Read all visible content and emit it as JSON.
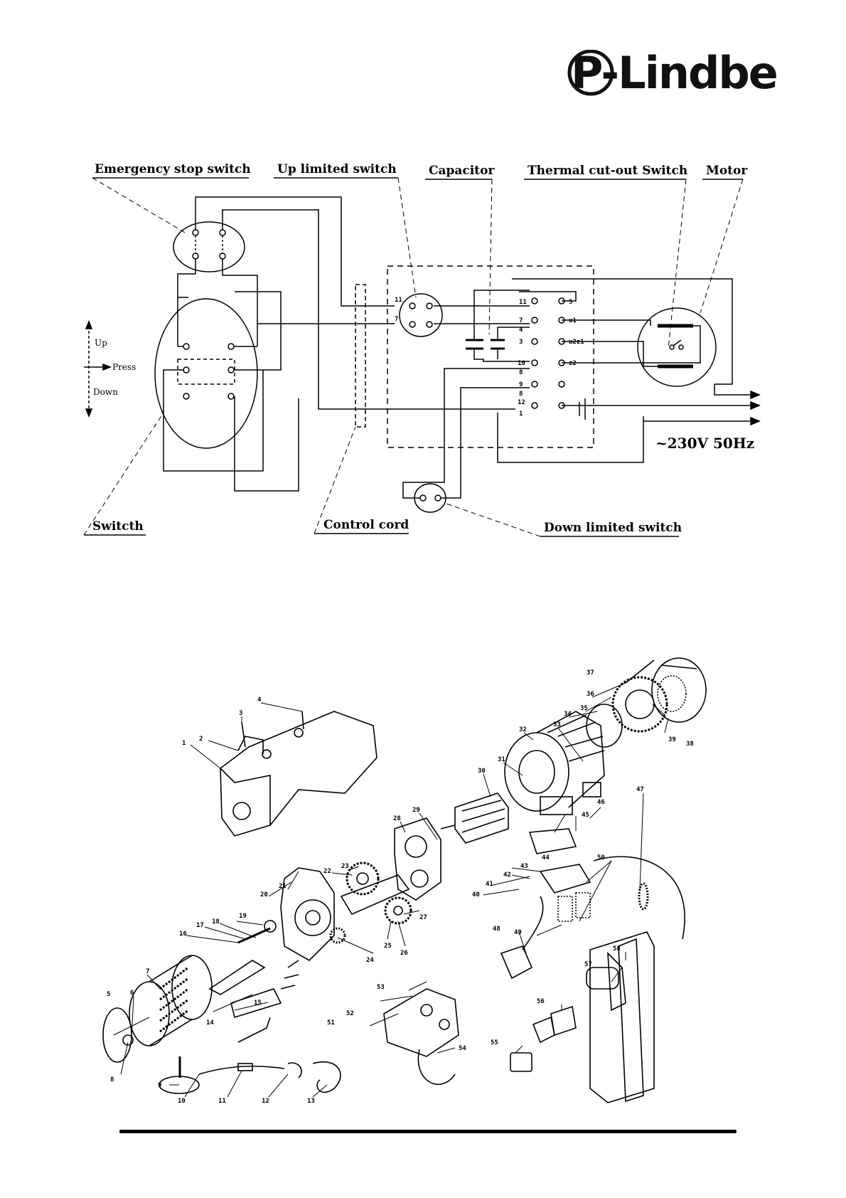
{
  "brand": {
    "name": "P-Lindberg"
  },
  "wiring": {
    "labels": {
      "emergency_stop": "Emergency stop switch",
      "up_limited": "Up limited switch",
      "capacitor": "Capacitor",
      "thermal": "Thermal cut-out Switch",
      "motor": "Motor",
      "switch": "Switcth",
      "control_cord": "Control cord",
      "down_limited": "Down limited switch",
      "supply": "~230V 50Hz"
    },
    "direction": {
      "up": "Up",
      "press": "Press",
      "down": "Down"
    },
    "terminals_left": [
      "11",
      "7",
      "4",
      "3",
      "10",
      "8",
      "9",
      "8",
      "12",
      "1"
    ],
    "terminals_right": [
      "5",
      "u1",
      "u2z1",
      "z2"
    ],
    "up_switch_pins": [
      "11",
      "7"
    ]
  },
  "parts": {
    "numbers": [
      "1",
      "2",
      "3",
      "4",
      "5",
      "6",
      "7",
      "8",
      "9",
      "10",
      "11",
      "12",
      "13",
      "14",
      "15",
      "16",
      "17",
      "18",
      "19",
      "20",
      "21",
      "22",
      "23",
      "24",
      "25",
      "26",
      "27",
      "28",
      "29",
      "30",
      "31",
      "32",
      "33",
      "34",
      "35",
      "36",
      "37",
      "38",
      "39",
      "40",
      "41",
      "42",
      "43",
      "44",
      "45",
      "46",
      "47",
      "48",
      "49",
      "50",
      "51",
      "52",
      "53",
      "54",
      "55",
      "56",
      "57",
      "58"
    ]
  }
}
